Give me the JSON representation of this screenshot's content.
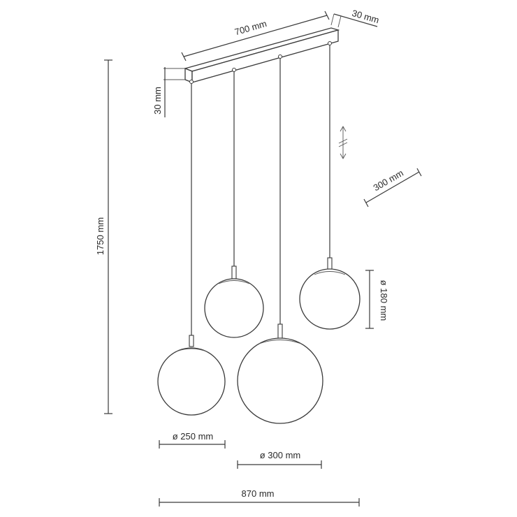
{
  "labels": {
    "bar_length": "700 mm",
    "bar_depth": "30 mm",
    "bar_height": "30 mm",
    "total_height": "1750 mm",
    "cord_adjust": "300 mm",
    "globe_small": "ø 180 mm",
    "globe_medium": "ø 250 mm",
    "globe_large": "ø 300 mm",
    "total_width": "870 mm"
  },
  "colors": {
    "line": "#3a3a3a",
    "background": "#ffffff"
  }
}
